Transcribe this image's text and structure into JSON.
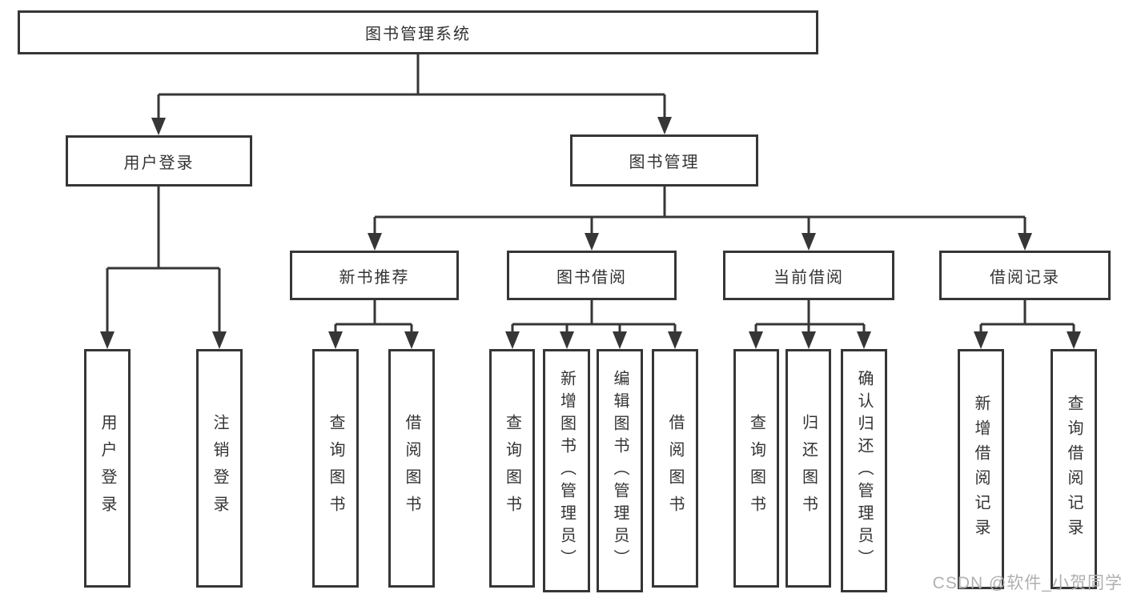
{
  "diagram": {
    "root": {
      "label": "图书管理系统"
    },
    "level2": [
      {
        "label": "用户登录",
        "children": [
          {
            "label": "用户登录"
          },
          {
            "label": "注销登录"
          }
        ]
      },
      {
        "label": "图书管理"
      }
    ],
    "level3": [
      {
        "label": "新书推荐",
        "children": [
          {
            "label": "查询图书"
          },
          {
            "label": "借阅图书"
          }
        ]
      },
      {
        "label": "图书借阅",
        "children": [
          {
            "label": "查询图书"
          },
          {
            "label": "新增图书（管理员）"
          },
          {
            "label": "编辑图书（管理员）"
          },
          {
            "label": "借阅图书"
          }
        ]
      },
      {
        "label": "当前借阅",
        "children": [
          {
            "label": "查询图书"
          },
          {
            "label": "归还图书"
          },
          {
            "label": "确认归还（管理员）"
          }
        ]
      },
      {
        "label": "借阅记录",
        "children": [
          {
            "label": "新增借阅记录"
          },
          {
            "label": "查询借阅记录"
          }
        ]
      }
    ]
  },
  "watermark": {
    "text": "CSDN @软件_小贺同学"
  },
  "colors": {
    "line": "#363636",
    "text": "#333333",
    "box_background": "#ffffff",
    "watermark": "#b0b0b0",
    "background": "#ffffff"
  }
}
